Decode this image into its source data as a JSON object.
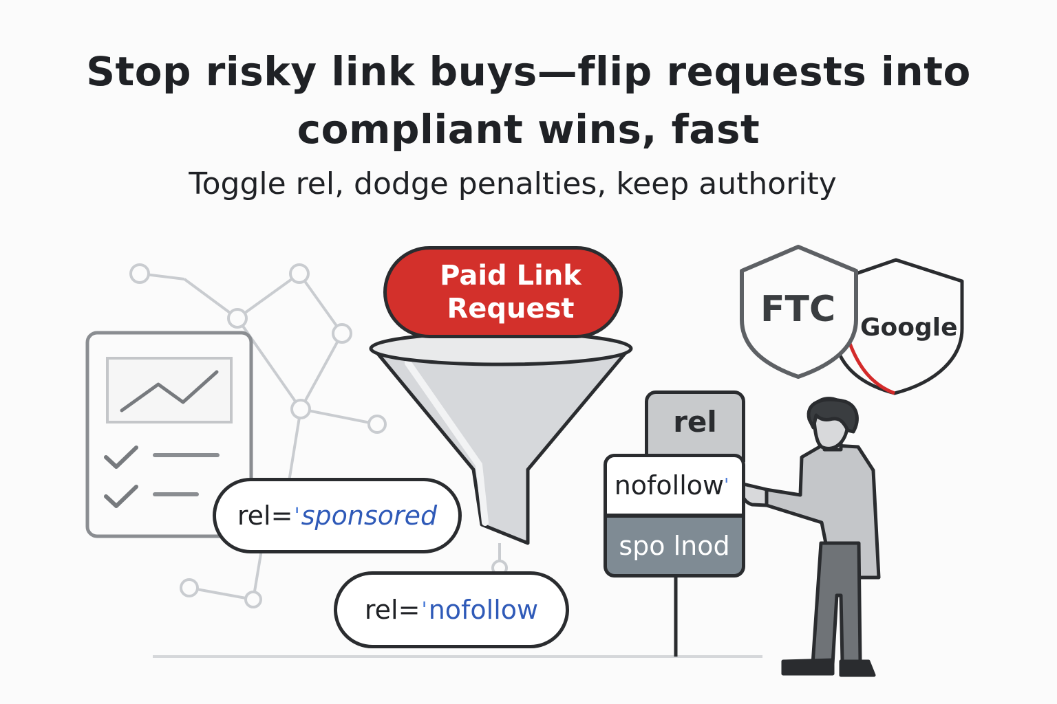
{
  "header": {
    "title_line1": "Stop risky link buys—flip requests into",
    "title_line2": "compliant wins, fast",
    "subtitle": "Toggle rel, dodge penalties, keep authority"
  },
  "funnel": {
    "request_line1": "Paid Link",
    "request_line2": "Request"
  },
  "pills": {
    "sponsored": {
      "attr": "rel=",
      "quote": "'",
      "value": "sponsored"
    },
    "nofollow": {
      "attr": "rel=",
      "quote": "'",
      "value": "nofollow"
    }
  },
  "rel_selector": {
    "tab": "rel",
    "selected": "nofollow",
    "selected_quote": "'",
    "other": "spo lnod"
  },
  "shields": {
    "ftc": "FTC",
    "google": "Google"
  },
  "colors": {
    "request_red": "#d3302b",
    "link_blue": "#2f5ab8",
    "outline": "#2a2c2f",
    "shield_accent": "#d32a2a"
  },
  "icons": [
    "network-graph-icon",
    "report-chart-icon",
    "checkmark-icon",
    "funnel-icon",
    "shield-icon",
    "person-icon"
  ]
}
